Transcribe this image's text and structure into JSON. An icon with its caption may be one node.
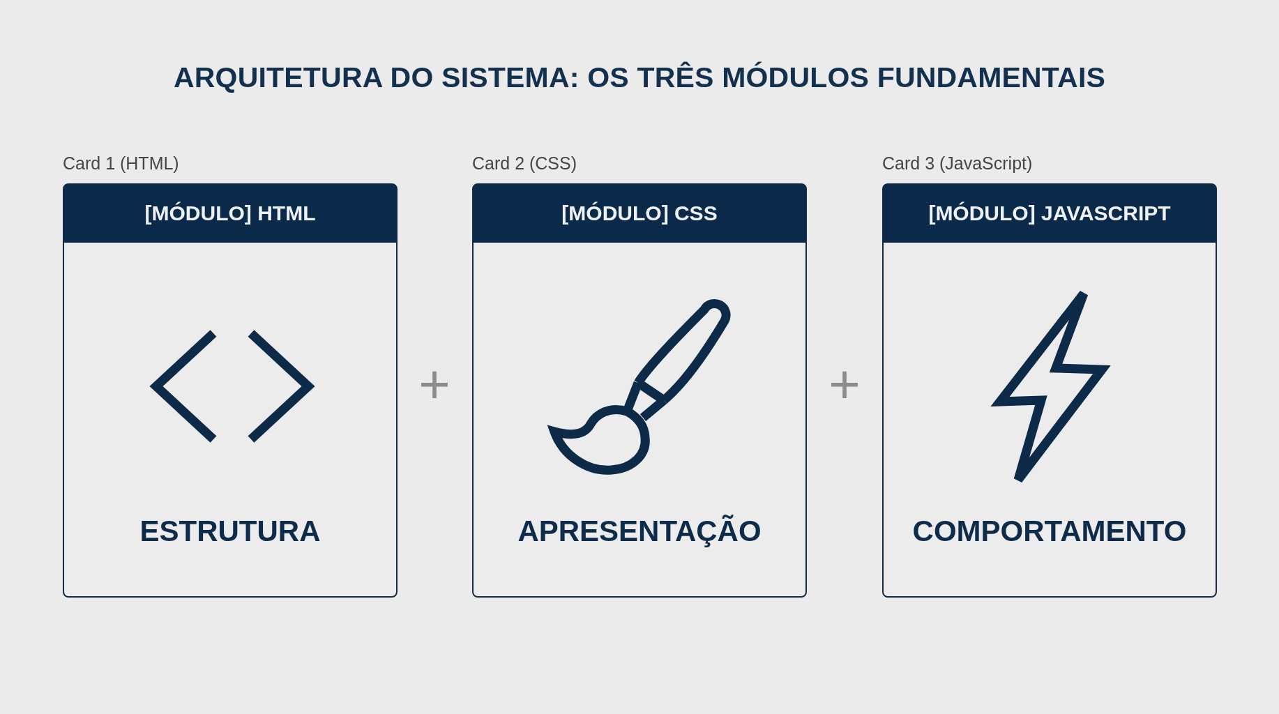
{
  "diagram": {
    "title": "ARQUITETURA DO SISTEMA: OS TRÊS MÓDULOS FUNDAMENTAIS",
    "nodes": [
      {
        "text": [
          "Card 1 (HTML)",
          "[MÓDULO] HTML",
          "ESTRUTURA"
        ]
      },
      {
        "text": [
          "Card 2 (CSS)",
          "[MÓDULO] CSS",
          "APRESENTAÇÃO"
        ]
      },
      {
        "text": [
          "Card 3 (JavaScript)",
          "[MÓDULO] JAVASCRIPT",
          "COMPORTAMENTO"
        ]
      }
    ],
    "labels": [
      "+",
      "+"
    ]
  }
}
